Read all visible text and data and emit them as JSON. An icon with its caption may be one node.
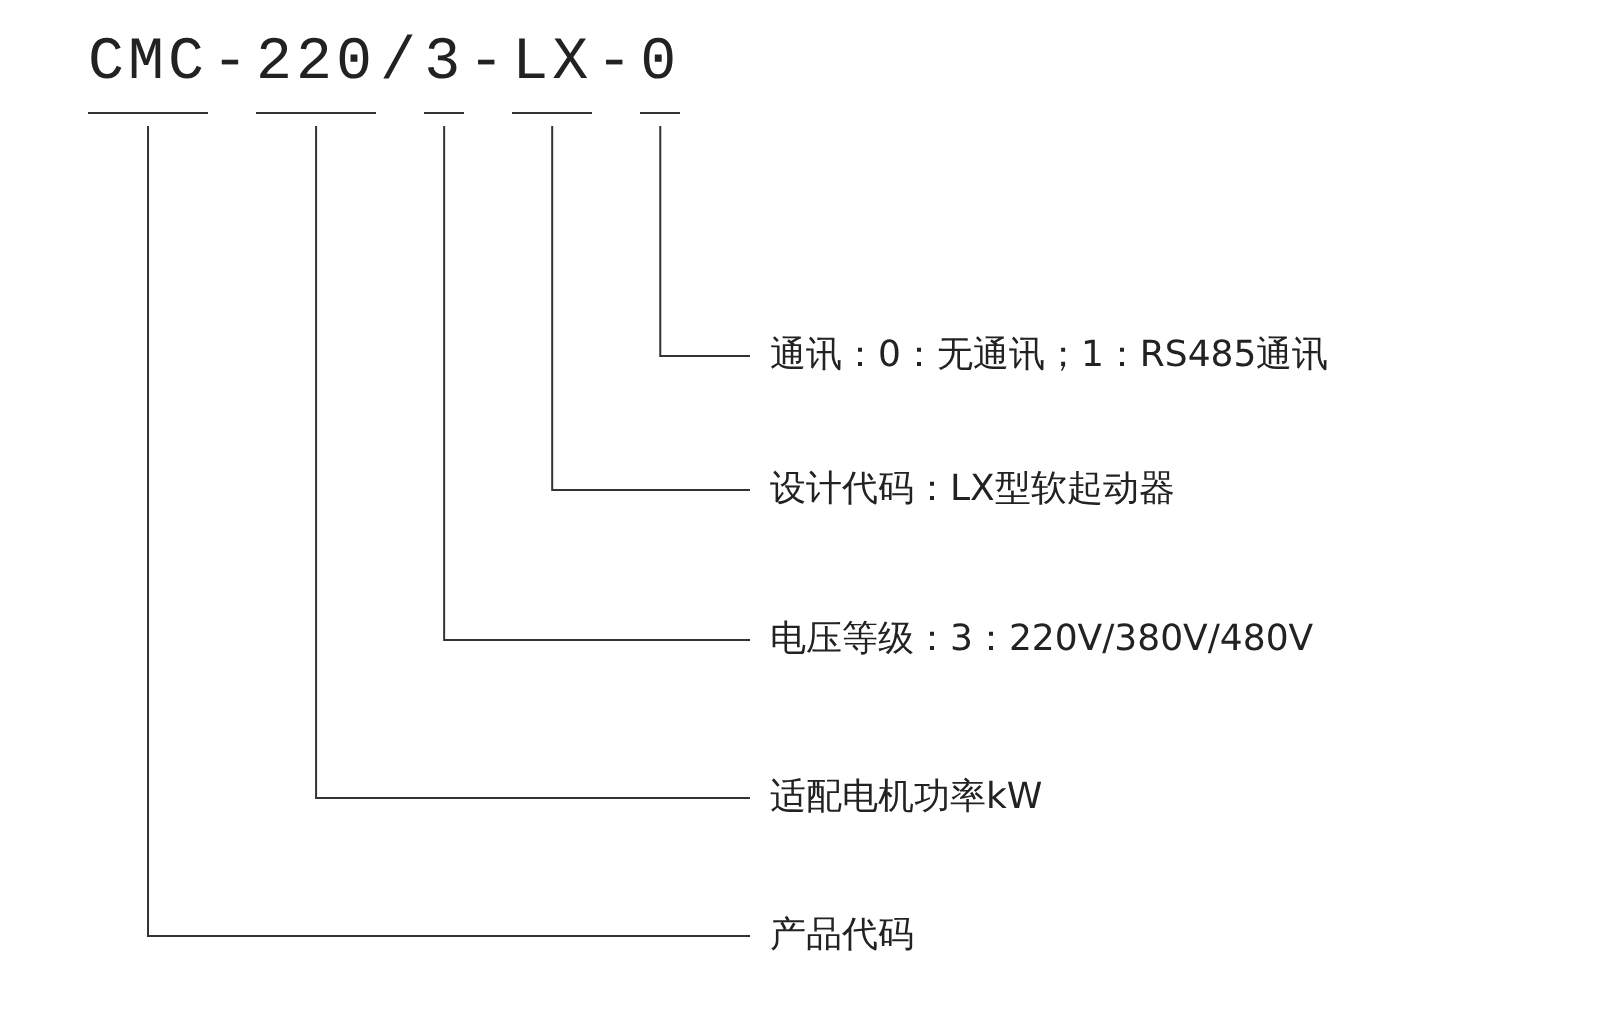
{
  "diagram": {
    "nodes": [
      {
        "text": [
          "CMC"
        ]
      },
      {
        "text": [
          "220"
        ]
      },
      {
        "text": [
          "3"
        ]
      },
      {
        "text": [
          "LX"
        ]
      },
      {
        "text": [
          "0"
        ]
      },
      {
        "text": [
          "通讯：0：无通讯；1：RS485通讯"
        ]
      },
      {
        "text": [
          "设计代码：LX型软起动器"
        ]
      },
      {
        "text": [
          "电压等级：3：220V/380V/480V"
        ]
      },
      {
        "text": [
          "适配电机功率kW"
        ]
      },
      {
        "text": [
          "产品代码"
        ]
      }
    ],
    "edges": [
      {
        "from": 5,
        "to": 4,
        "arrow": "none"
      },
      {
        "from": 6,
        "to": 3,
        "arrow": "none"
      },
      {
        "from": 7,
        "to": 2,
        "arrow": "none"
      },
      {
        "from": 8,
        "to": 1,
        "arrow": "none"
      },
      {
        "from": 9,
        "to": 0,
        "arrow": "none"
      }
    ],
    "labels": [
      "-",
      "/",
      "-",
      "-"
    ]
  }
}
